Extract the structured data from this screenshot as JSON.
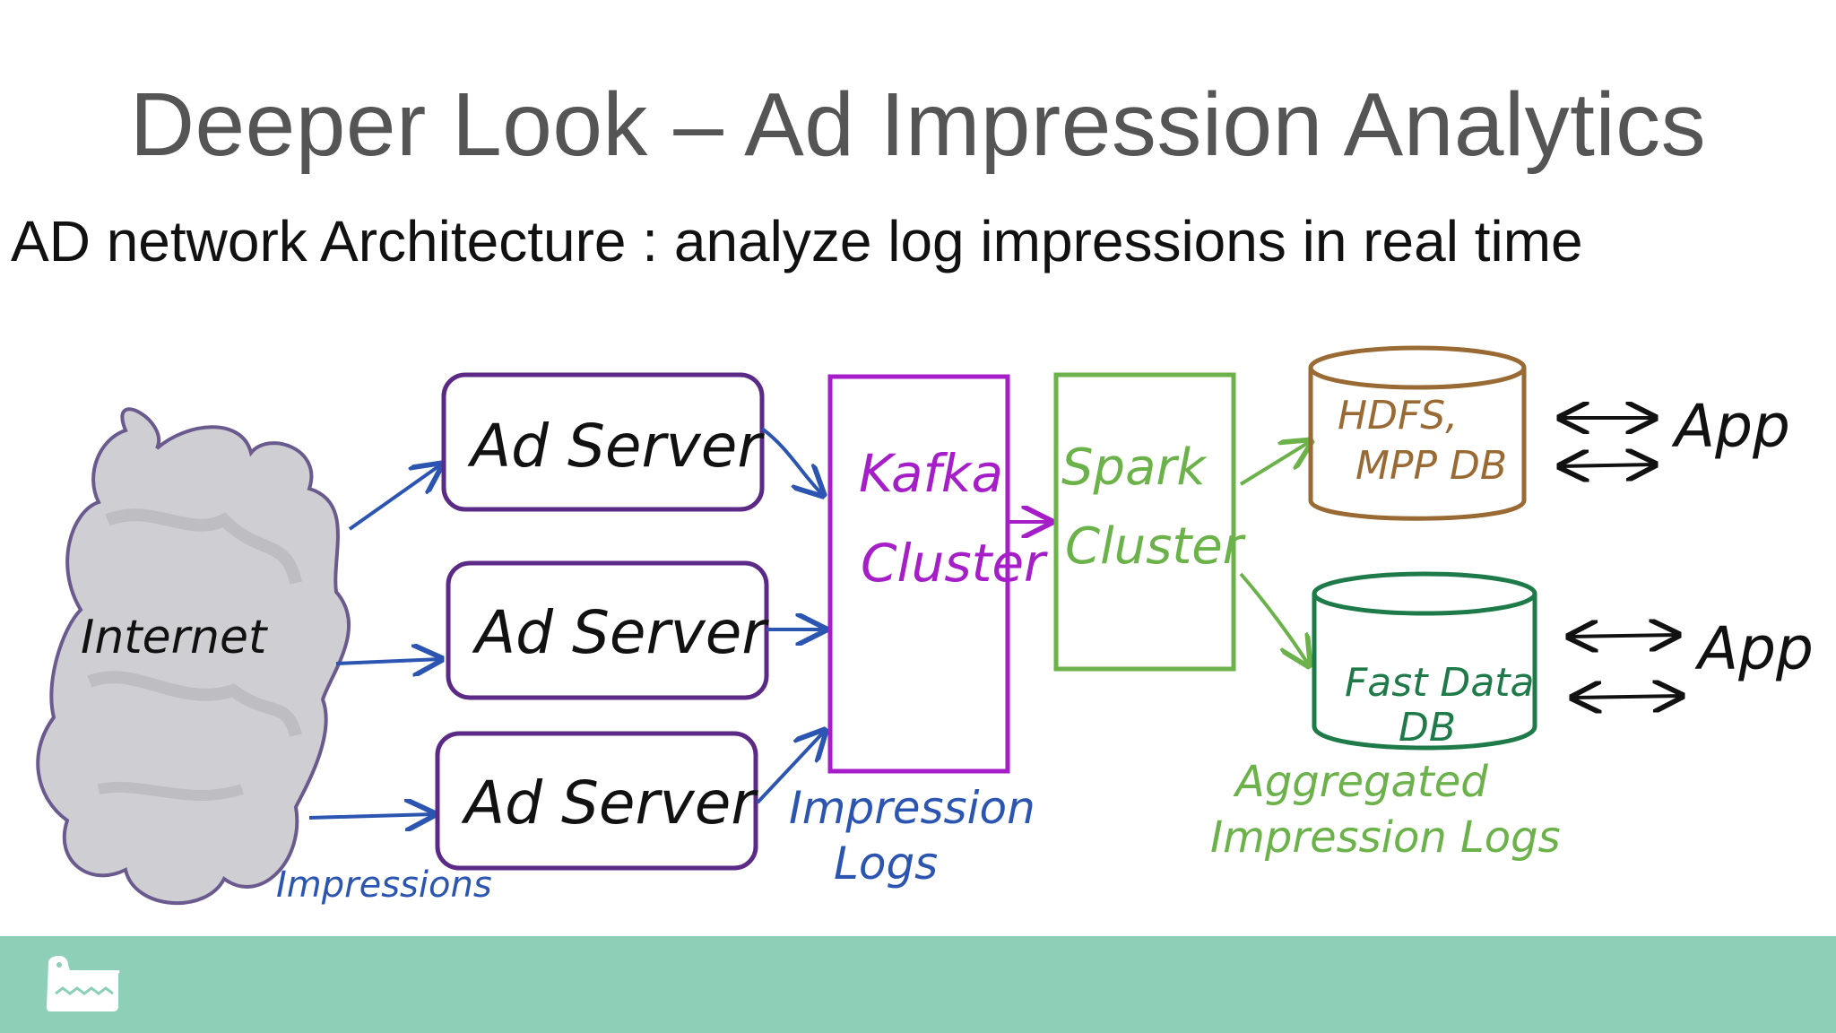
{
  "slide": {
    "title": "Deeper Look – Ad Impression Analytics",
    "subtitle": "AD network Architecture : analyze log impressions in real time"
  },
  "diagram": {
    "internet_label": "Internet",
    "ad_servers": [
      {
        "label": "Ad Server"
      },
      {
        "label": "Ad Server"
      },
      {
        "label": "Ad Server"
      }
    ],
    "impressions_label": "Impressions",
    "kafka": {
      "line1": "Kafka",
      "line2": "Cluster"
    },
    "impression_logs": {
      "line1": "Impression",
      "line2": "Logs"
    },
    "spark": {
      "line1": "Spark",
      "line2": "Cluster"
    },
    "hdfs": {
      "line1": "HDFS,",
      "line2": "MPP DB"
    },
    "fastdata": {
      "line1": "Fast Data",
      "line2": "DB"
    },
    "aggregated": {
      "line1": "Aggregated",
      "line2": "Impression Logs"
    },
    "apps": [
      {
        "label": "App"
      },
      {
        "label": "App"
      }
    ]
  },
  "colors": {
    "title": "#555555",
    "blue_arrows": "#2b55b0",
    "ad_server_border": "#5b2a86",
    "kafka": "#a51ec8",
    "spark": "#6cb24a",
    "hdfs": "#9a6a34",
    "fastdata": "#1f7a4a",
    "footer": "#8ecfb8"
  },
  "icons": {
    "footer_logo": "crocodile-logo-icon",
    "cloud": "cloud-icon"
  }
}
